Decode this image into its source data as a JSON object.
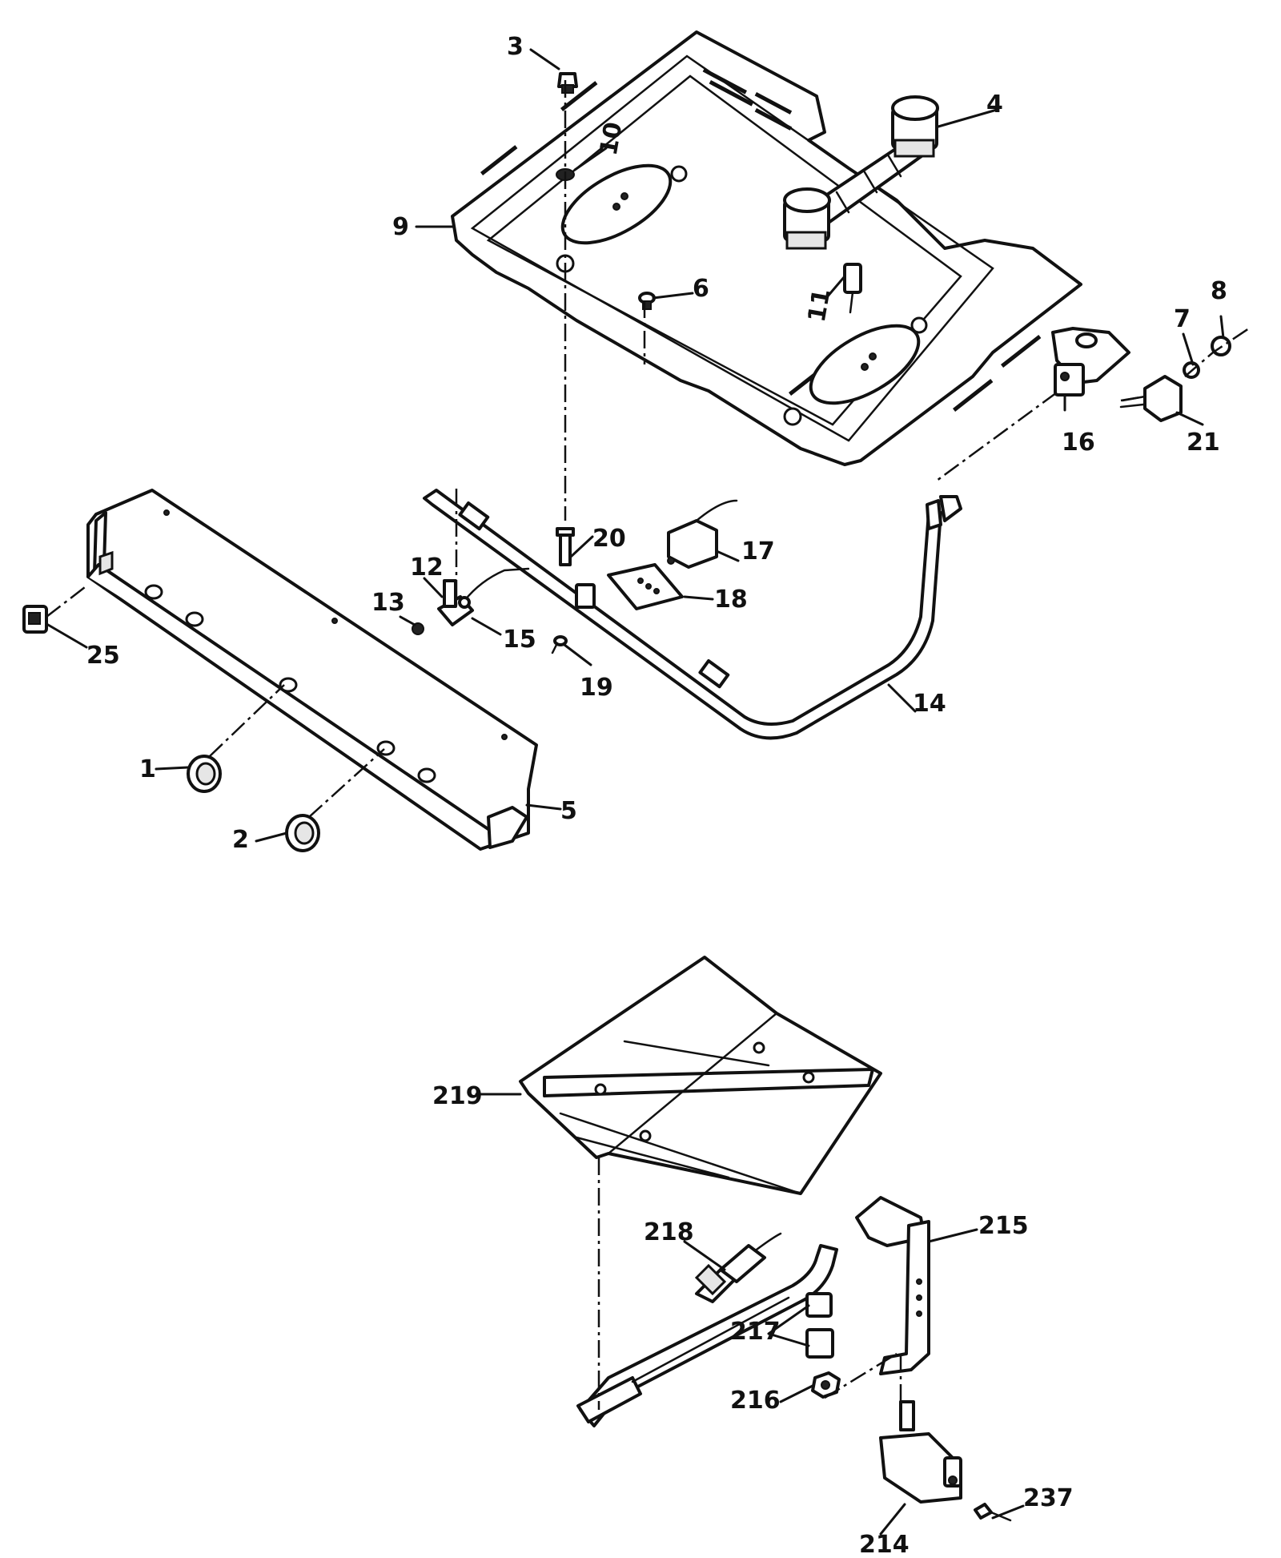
{
  "callouts": [
    {
      "id": "1",
      "text": "1"
    },
    {
      "id": "2",
      "text": "2"
    },
    {
      "id": "3",
      "text": "3"
    },
    {
      "id": "4",
      "text": "4"
    },
    {
      "id": "5",
      "text": "5"
    },
    {
      "id": "6",
      "text": "6"
    },
    {
      "id": "7",
      "text": "7"
    },
    {
      "id": "8",
      "text": "8"
    },
    {
      "id": "9",
      "text": "9"
    },
    {
      "id": "10",
      "text": "10"
    },
    {
      "id": "11",
      "text": "11"
    },
    {
      "id": "12",
      "text": "12"
    },
    {
      "id": "13",
      "text": "13"
    },
    {
      "id": "14",
      "text": "14"
    },
    {
      "id": "15",
      "text": "15"
    },
    {
      "id": "16",
      "text": "16"
    },
    {
      "id": "17",
      "text": "17"
    },
    {
      "id": "18",
      "text": "18"
    },
    {
      "id": "19",
      "text": "19"
    },
    {
      "id": "20",
      "text": "20"
    },
    {
      "id": "21",
      "text": "21"
    },
    {
      "id": "25",
      "text": "25"
    },
    {
      "id": "214",
      "text": "214"
    },
    {
      "id": "215",
      "text": "215"
    },
    {
      "id": "216",
      "text": "216"
    },
    {
      "id": "217",
      "text": "217"
    },
    {
      "id": "218",
      "text": "218"
    },
    {
      "id": "219",
      "text": "219"
    },
    {
      "id": "237",
      "text": "237"
    }
  ]
}
